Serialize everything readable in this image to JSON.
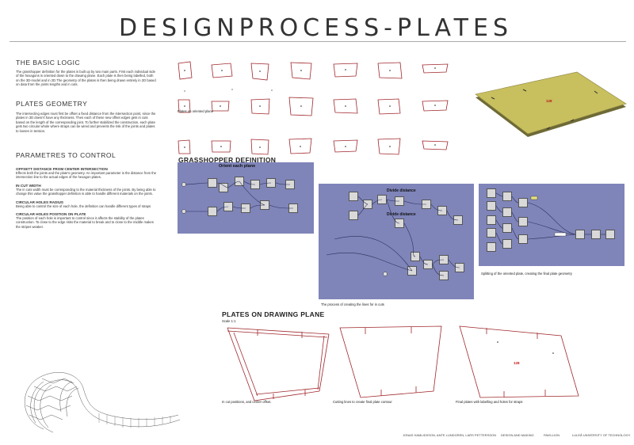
{
  "header": {
    "title": "DESIGNPROCESS-PLATES"
  },
  "basic_logic": {
    "heading": "THE BASIC LOGIC",
    "text": "The grasshopper definition for the plates is built up by two main parts. First each individual side of the hexagons is oriented down to the drawing plane. Each plate is then being labelled, both on the 3D-model and in 2D.The geometry of the plates is then being drawn entirely in 2D based on data from the joints lengths and in cuts."
  },
  "plates_geometry": {
    "heading": "PLATES GEOMETRY",
    "text": "The intersecting edges must first be offset a fixed distance from the intersection point, since the plates in 3D doesn't have any thickness. Then each of these new offset edges gets in cuts based on the length of the corresponding joint. To further stabilized the construction, each plate gets two circular whole where straps can be wired and prevents the risk of the joints and plates to loosen in tension."
  },
  "parameters": {
    "heading": "PARAMETRES TO CONTROL",
    "items": [
      {
        "title": "OFFSETT DISTANCE FROM CENTER INTERSECTION",
        "text": "Effects both the joints and the plate's geometry. An important parameter is the distance from the intersection line to the actual edges of the hexagon plates."
      },
      {
        "title": "IN CUT WIDTH",
        "text": "The in cuts width must be corresponding to the material thickness of the joints. By being able to change this value the grasshopper definition is able to handle different materials on the joints."
      },
      {
        "title": "CIRCULAR HOLES RADIUS",
        "text": "Being able to control the size of each hole, the definition can handle different types of straps"
      },
      {
        "title": "CIRCULAR HOLES POSITION ON PLATE",
        "text": "The position of each hole is important to control since it affects the stability of the plates construction. To close to the edge risks the material to break and to close to the middle makes the stripes weaker."
      }
    ]
  },
  "plates_grid": {
    "caption": "Plates on oriented plane"
  },
  "plate_3d": {
    "label": "128"
  },
  "grasshopper": {
    "heading": "GRASSHOPPER DEFINITION",
    "panel1_title": "Orient each plane",
    "panel2_label1": "Divide distance",
    "panel2_label2": "Divide distance",
    "caption2": "The process of creating the lines for in cuts",
    "caption3": "Splitting of the oriented plate, creating the final plate geometry"
  },
  "drawing_plane": {
    "heading": "PLATES ON DRAWING PLANE",
    "scale": "Scale 1:1",
    "caption1": "In cut positions, and center offset.",
    "caption2": "Cutting lines to create final plate contour",
    "caption3": "Final plates with labelling and holes for straps",
    "plate_label": "128"
  },
  "colors": {
    "panel": "#7f85b9",
    "plate": "#c8bf5e",
    "outline": "#a0262b"
  },
  "footer": {
    "authors": "JONAS HAMLIDSSON, ANTE LUNDGREN, LARS PETTERSSON",
    "course": "DESIGN AND MAKING",
    "project": "PAVILLION",
    "university": "LULEÅ UNIVERSITY OF TECHNOLOGY"
  }
}
